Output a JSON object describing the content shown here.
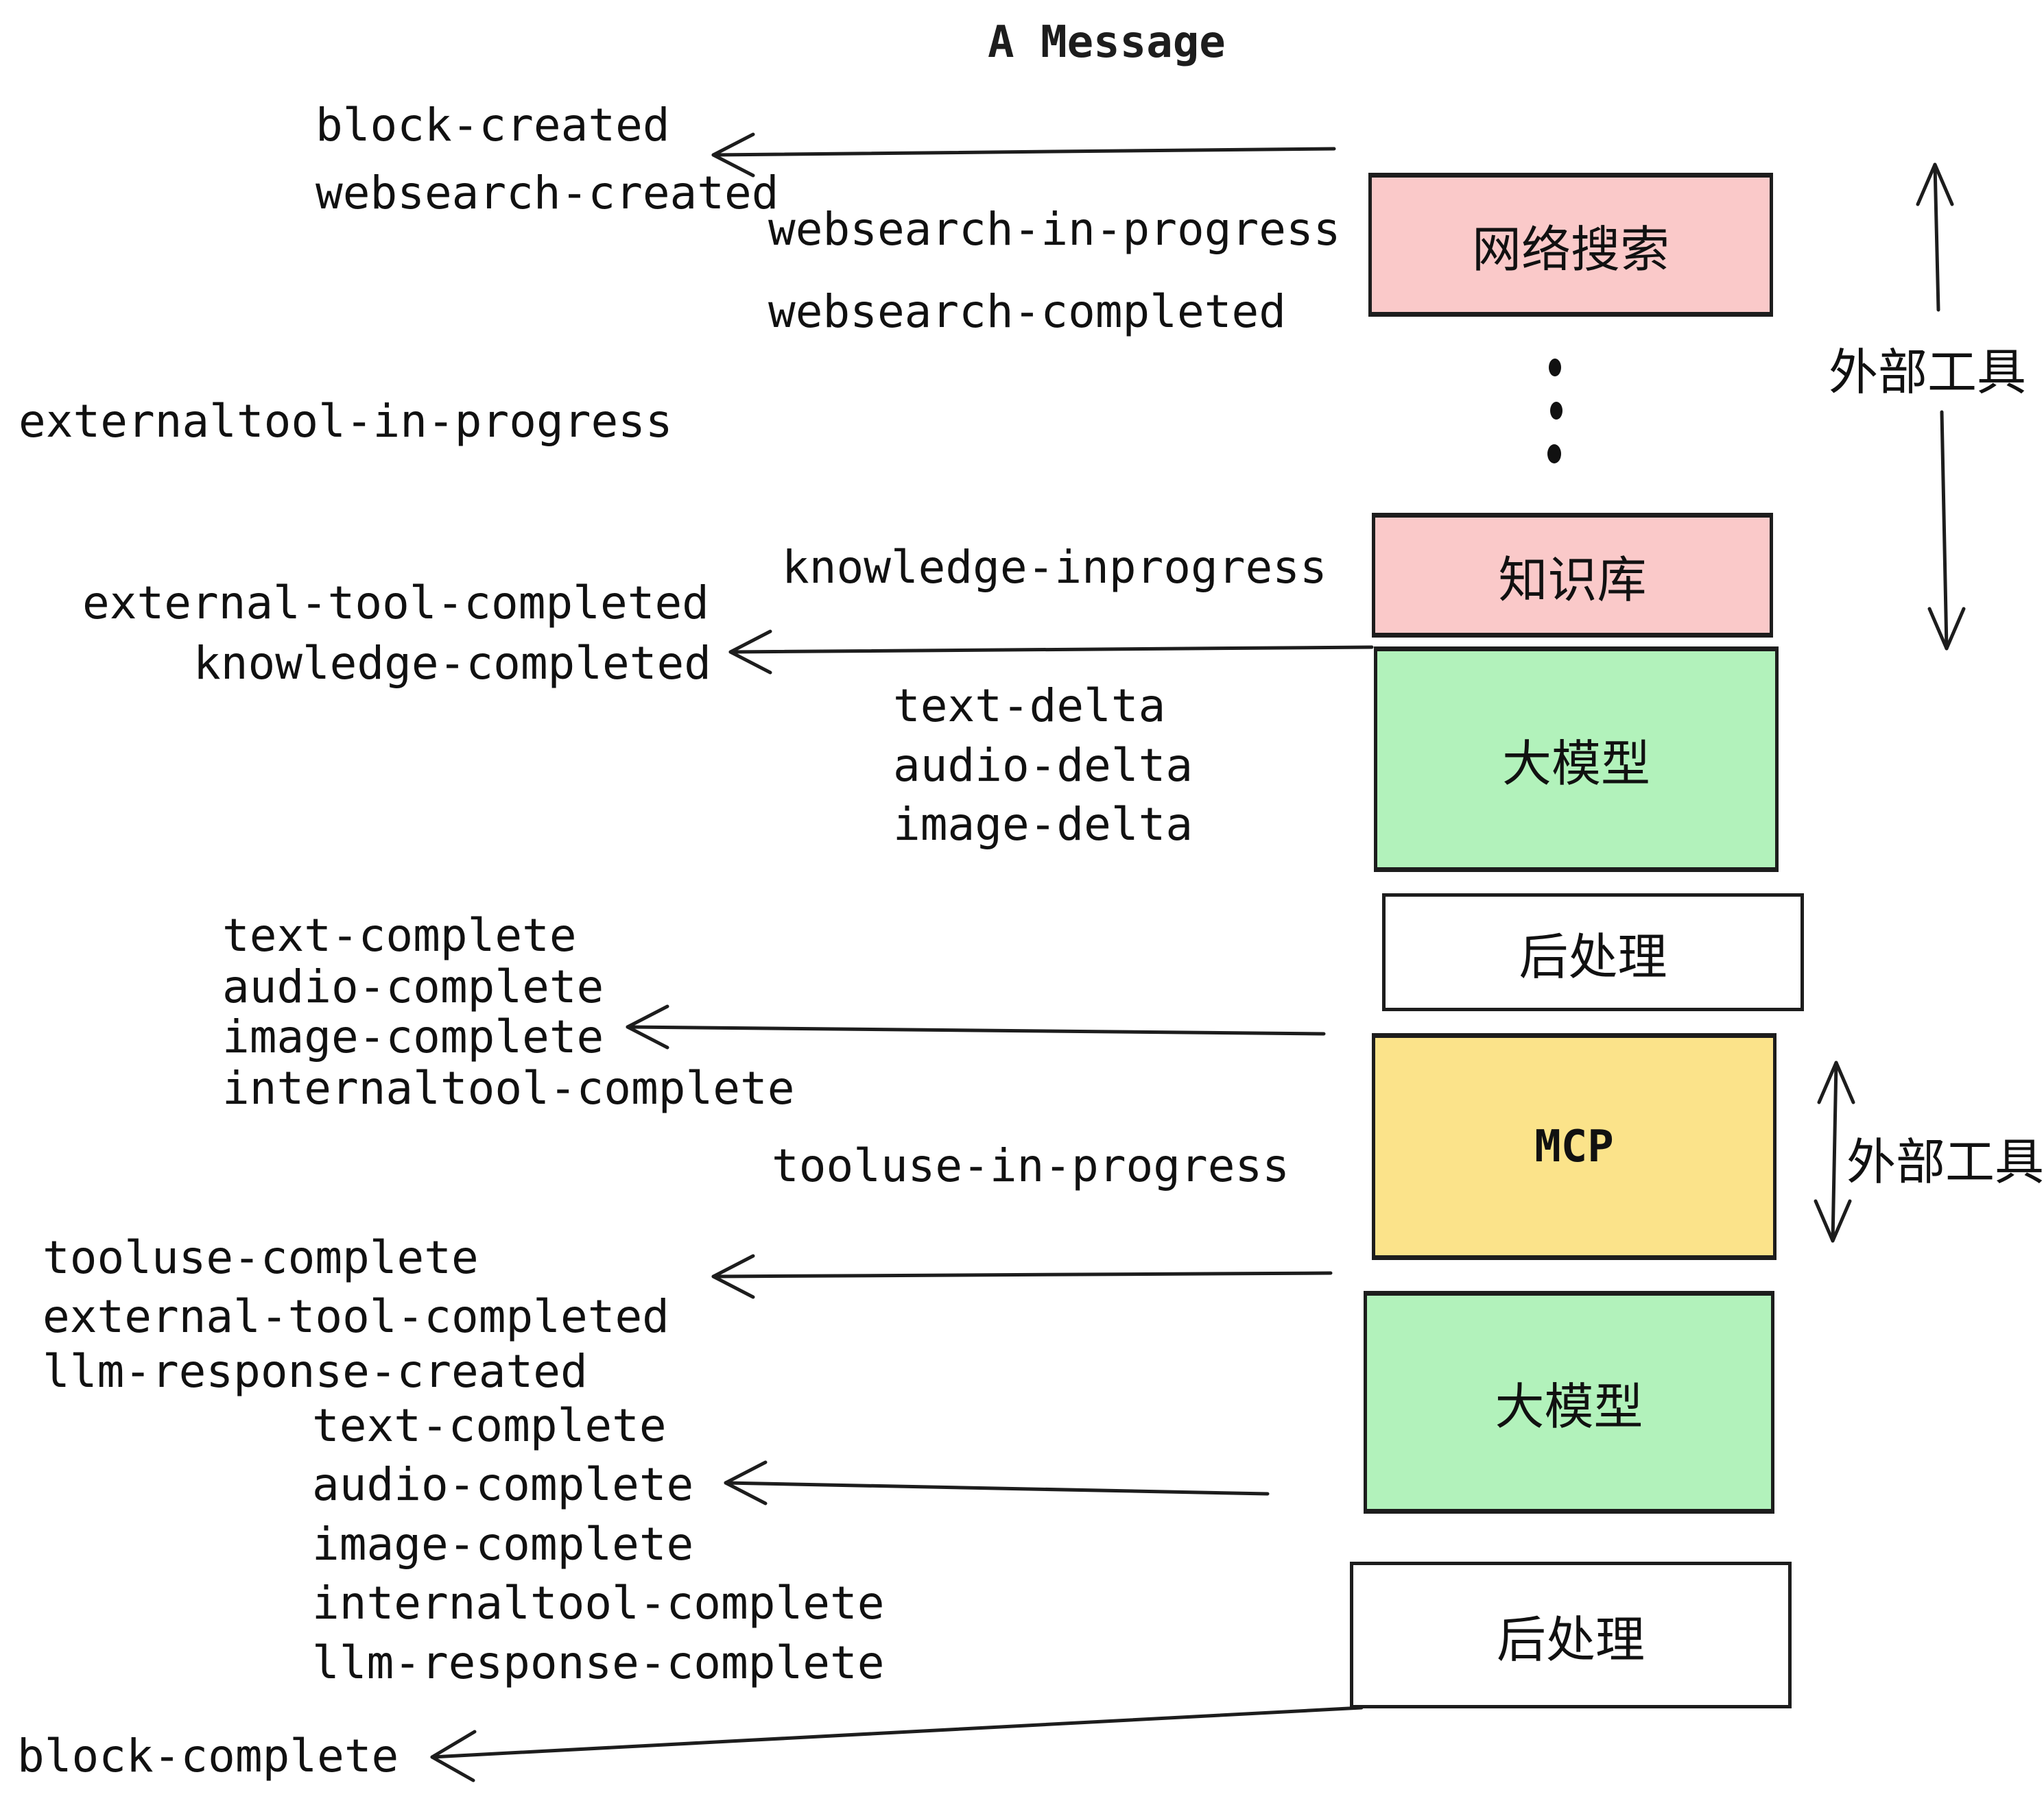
{
  "title": "A Message",
  "colors": {
    "ink": "#1d1d1d",
    "box_pink": "#fac9c9",
    "box_green": "#b2f2bb",
    "box_yellow": "#fbe38a",
    "background": "#ffffff"
  },
  "boxes": {
    "websearch": "网络搜索",
    "knowledge": "知识库",
    "llm_first": "大模型",
    "postprocess_first": "后处理",
    "mcp": "MCP",
    "llm_second": "大模型",
    "postprocess_second": "后处理"
  },
  "side_labels": {
    "external_tools_top": "外部工具",
    "external_tools_mid": "外部工具"
  },
  "events": {
    "block_created": "block-created",
    "websearch_created": "websearch-created",
    "websearch_in_progress": "websearch-in-progress",
    "websearch_completed": "websearch-completed",
    "externaltool_in_progress": "externaltool-in-progress",
    "knowledge_inprogress": "knowledge-inprogress",
    "external_tool_completed_first": "external-tool-completed",
    "knowledge_completed": "knowledge-completed",
    "text_delta_first": "text-delta",
    "audio_delta_first": "audio-delta",
    "image_delta_first": "image-delta",
    "text_complete_first": "text-complete",
    "audio_complete_first": "audio-complete",
    "image_complete_first": "image-complete",
    "internaltool_complete_first": "internaltool-complete",
    "tooluse_in_progress": "tooluse-in-progress",
    "tooluse_complete": "tooluse-complete",
    "external_tool_completed_second": "external-tool-completed",
    "llm_response_created": "llm-response-created",
    "text_complete_second": "text-complete",
    "audio_complete_second": "audio-complete",
    "image_complete_second": "image-complete",
    "internaltool_complete_second": "internaltool-complete",
    "llm_response_complete": "llm-response-complete",
    "block_complete": "block-complete"
  }
}
